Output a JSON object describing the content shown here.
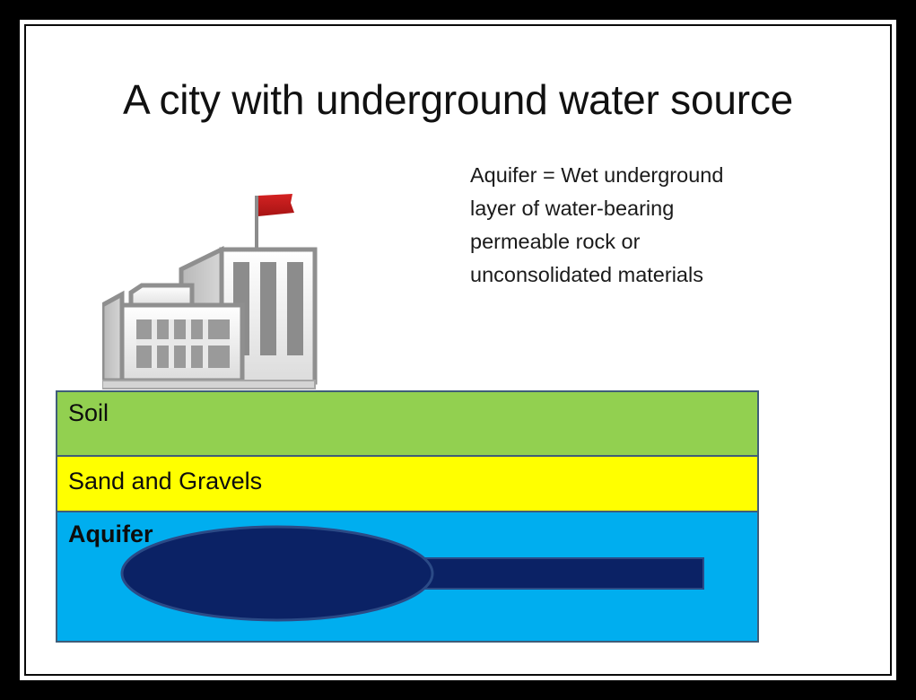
{
  "slide": {
    "title": "A city with underground water source",
    "definition": {
      "lines": [
        "Aquifer = Wet underground",
        "layer of water-bearing",
        "permeable rock or",
        "unconsolidated materials"
      ],
      "full_text": "Aquifer = Wet underground layer of water-bearing permeable rock or unconsolidated materials"
    }
  },
  "ground_layers": [
    {
      "id": "soil",
      "label": "Soil",
      "color": "#92D050",
      "border": "#3F5D79",
      "bold": false
    },
    {
      "id": "sand",
      "label": "Sand and Gravels",
      "color": "#FFFF00",
      "border": "#3F5D79",
      "bold": false
    },
    {
      "id": "aquifer",
      "label": "Aquifer",
      "color": "#00AEEF",
      "border": "#3F5D79",
      "bold": true
    }
  ],
  "water_body": {
    "name": "underground-water-reservoir",
    "color": "#0B2265",
    "outline": "#2B4A86"
  },
  "cityscape": {
    "name": "city-buildings-illustration",
    "flag_color": "#C01A1A",
    "pole_color": "#8C8C8C",
    "building_fill_light": "#F2F2F2",
    "building_fill_mid": "#C9C9C9",
    "building_outline": "#8F8F8F",
    "window_color": "#8C8C8C"
  },
  "frame": {
    "outer_color": "#000000",
    "gap_color": "#FFFFFF",
    "inner_line_color": "#0A0A0A"
  }
}
